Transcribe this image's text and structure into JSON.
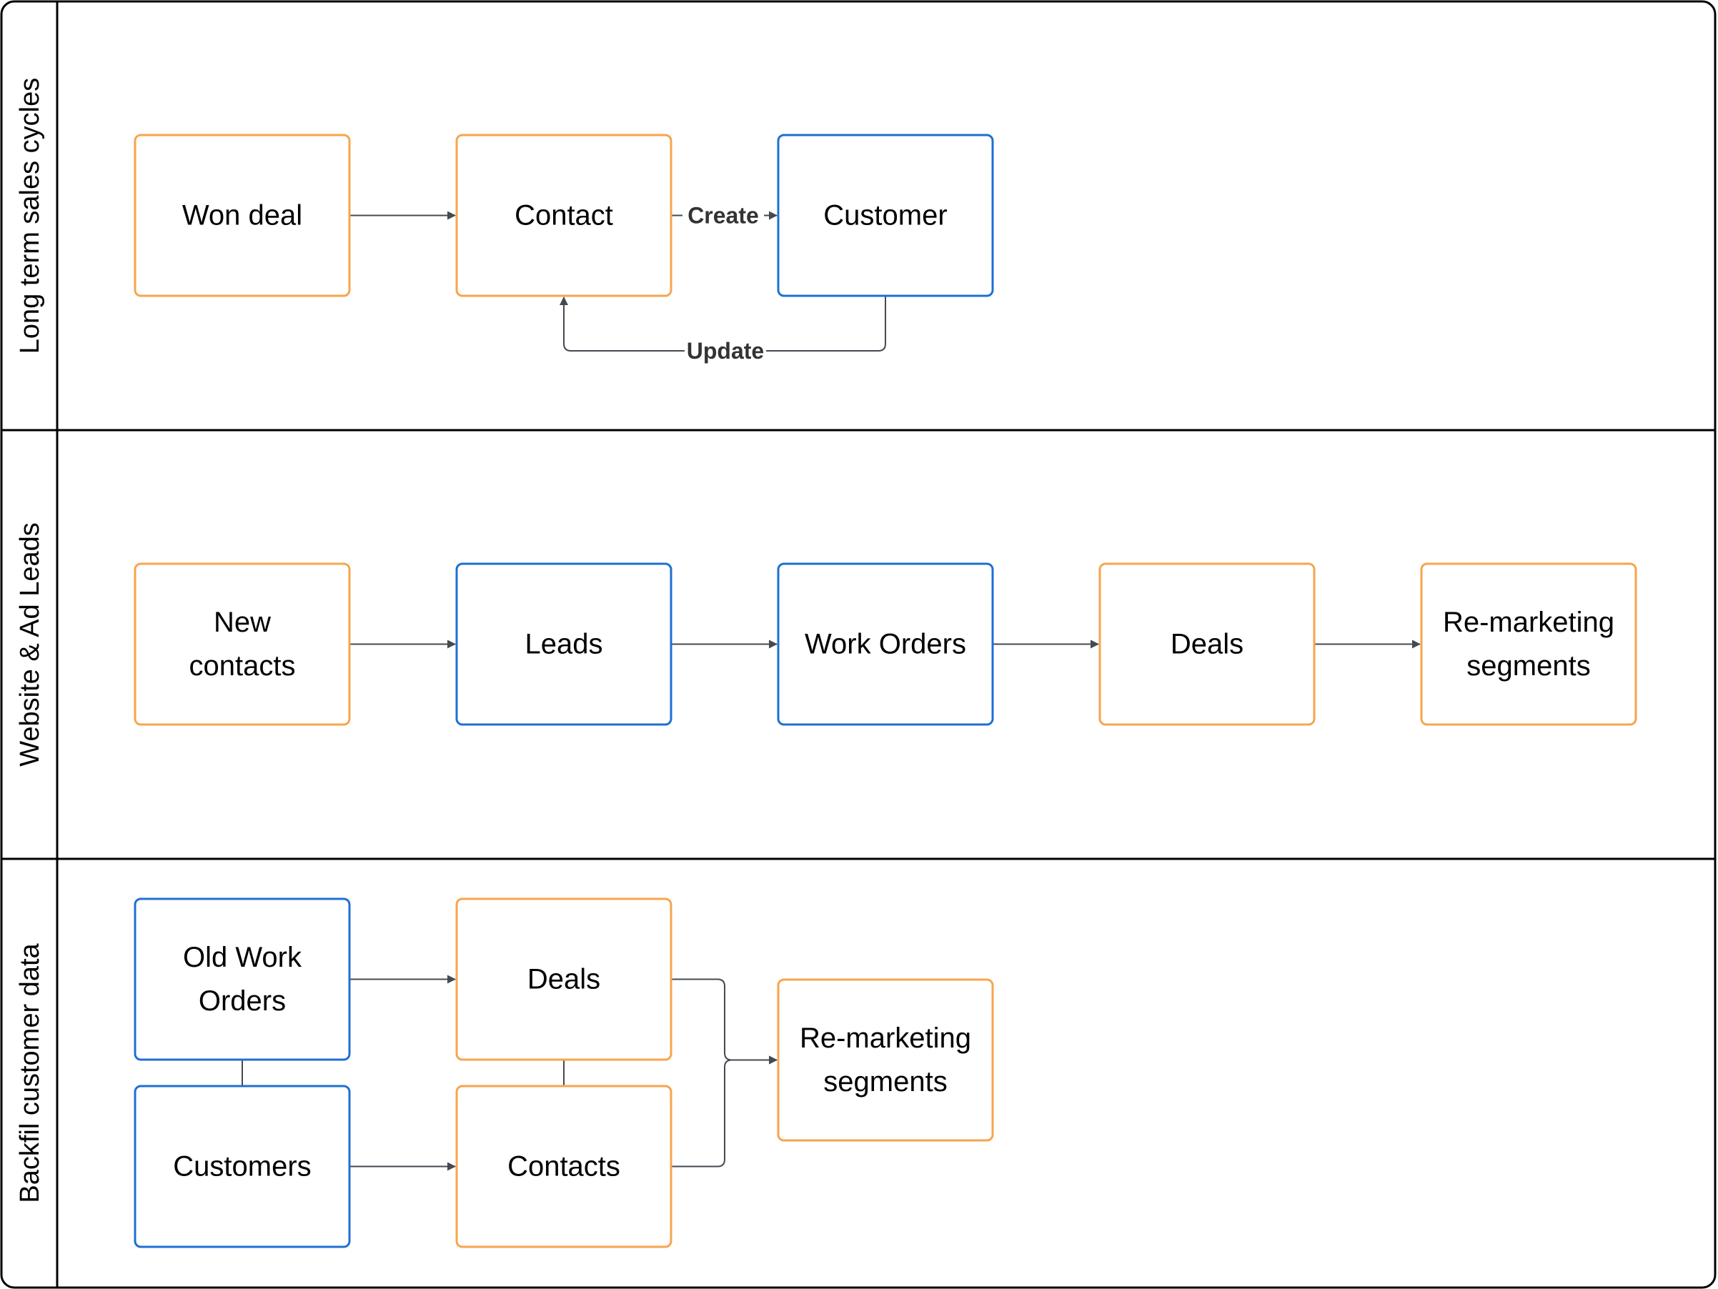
{
  "colors": {
    "orange": "#f7a54c",
    "blue": "#1f6fd4",
    "line": "#444a52",
    "text": "#000000"
  },
  "lanes": [
    {
      "id": "lane-long-term",
      "title": "Long term sales cycles"
    },
    {
      "id": "lane-website-ads",
      "title": "Website & Ad Leads"
    },
    {
      "id": "lane-backfill",
      "title": "Backfil customer data"
    }
  ],
  "nodes": [
    {
      "id": "won-deal",
      "lines": [
        "Won deal"
      ],
      "color": "orange"
    },
    {
      "id": "contact",
      "lines": [
        "Contact"
      ],
      "color": "orange"
    },
    {
      "id": "customer",
      "lines": [
        "Customer"
      ],
      "color": "blue"
    },
    {
      "id": "new-contacts",
      "lines": [
        "New",
        "contacts"
      ],
      "color": "orange"
    },
    {
      "id": "leads",
      "lines": [
        "Leads"
      ],
      "color": "blue"
    },
    {
      "id": "work-orders",
      "lines": [
        "Work Orders"
      ],
      "color": "blue"
    },
    {
      "id": "deals-2",
      "lines": [
        "Deals"
      ],
      "color": "orange"
    },
    {
      "id": "remarketing-2",
      "lines": [
        "Re-marketing",
        "segments"
      ],
      "color": "orange"
    },
    {
      "id": "old-work-orders",
      "lines": [
        "Old Work",
        "Orders"
      ],
      "color": "blue"
    },
    {
      "id": "deals-3",
      "lines": [
        "Deals"
      ],
      "color": "orange"
    },
    {
      "id": "customers",
      "lines": [
        "Customers"
      ],
      "color": "blue"
    },
    {
      "id": "contacts-3",
      "lines": [
        "Contacts"
      ],
      "color": "orange"
    },
    {
      "id": "remarketing-3",
      "lines": [
        "Re-marketing",
        "segments"
      ],
      "color": "orange"
    }
  ],
  "edges": [
    {
      "id": "won-deal-to-contact",
      "from": "won-deal",
      "to": "contact",
      "label": ""
    },
    {
      "id": "contact-to-customer",
      "from": "contact",
      "to": "customer",
      "label": "Create"
    },
    {
      "id": "customer-to-contact",
      "from": "customer",
      "to": "contact",
      "label": "Update"
    },
    {
      "id": "new-contacts-to-leads",
      "from": "new-contacts",
      "to": "leads",
      "label": ""
    },
    {
      "id": "leads-to-work-orders",
      "from": "leads",
      "to": "work-orders",
      "label": ""
    },
    {
      "id": "work-orders-to-deals",
      "from": "work-orders",
      "to": "deals-2",
      "label": ""
    },
    {
      "id": "deals-to-remarketing",
      "from": "deals-2",
      "to": "remarketing-2",
      "label": ""
    },
    {
      "id": "old-work-orders-to-deals",
      "from": "old-work-orders",
      "to": "deals-3",
      "label": ""
    },
    {
      "id": "customers-to-contacts",
      "from": "customers",
      "to": "contacts-3",
      "label": ""
    },
    {
      "id": "deals-to-remarketing-3",
      "from": "deals-3",
      "to": "remarketing-3",
      "label": ""
    },
    {
      "id": "contacts-to-remarketing-3",
      "from": "contacts-3",
      "to": "remarketing-3",
      "label": ""
    },
    {
      "id": "old-work-orders-customers-link",
      "from": "old-work-orders",
      "to": "customers",
      "label": ""
    },
    {
      "id": "deals-contacts-link",
      "from": "deals-3",
      "to": "contacts-3",
      "label": ""
    }
  ]
}
